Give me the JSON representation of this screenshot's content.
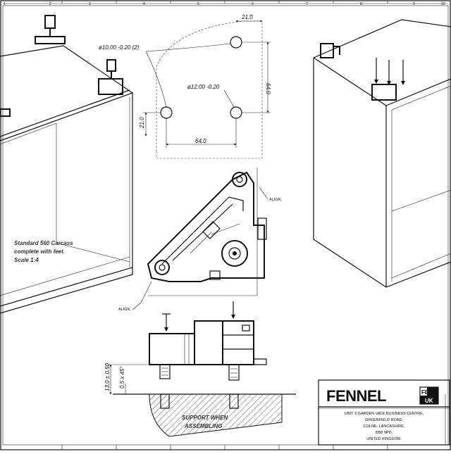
{
  "grid_columns": [
    "1",
    "2",
    "3",
    "4",
    "5",
    "6",
    "7",
    "8",
    "9",
    "10"
  ],
  "hole_plan": {
    "dim_top": "21.0",
    "dim_right": "64.0",
    "dim_left": "21.0",
    "dim_bottom": "64.0",
    "hole_large": "ø10.00 -0.20 (2)",
    "hole_small": "ø12.00 -0.20"
  },
  "align_right": "ALIGN.",
  "align_left": "ALIGN.",
  "carcass_note": [
    "Standard 560 Carcass",
    "complete with feet.",
    "Scale 1:4"
  ],
  "side_dims": [
    "13.0 ± 0.50",
    "0.5 x 45°"
  ],
  "support_note": [
    "SUPPORT WHEN",
    "ASSEMBLING"
  ],
  "title_block": {
    "brand": "FENNEL",
    "badge_top": "FE",
    "badge_bottom": "UK",
    "address": [
      "UNIT 3 GARDEN VALE BUSINESS CENTRE,",
      "GREENFIELD ROAD,",
      "COLNE, LANCASHIRE,",
      "BB8 9PD,",
      "UNITED KINGDOM."
    ]
  }
}
